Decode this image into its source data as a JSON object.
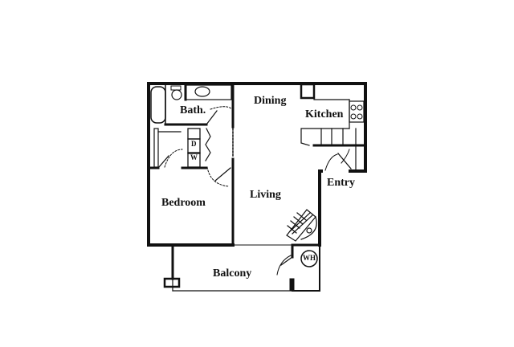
{
  "plan": {
    "rooms": {
      "bath": "Bath.",
      "dining": "Dining",
      "kitchen": "Kitchen",
      "entry": "Entry",
      "bedroom": "Bedroom",
      "living": "Living",
      "balcony": "Balcony"
    },
    "fixtures": {
      "washer": "W",
      "dryer": "D",
      "water_heater": "WH"
    },
    "colors": {
      "wall": "#111111",
      "background": "#ffffff"
    }
  }
}
